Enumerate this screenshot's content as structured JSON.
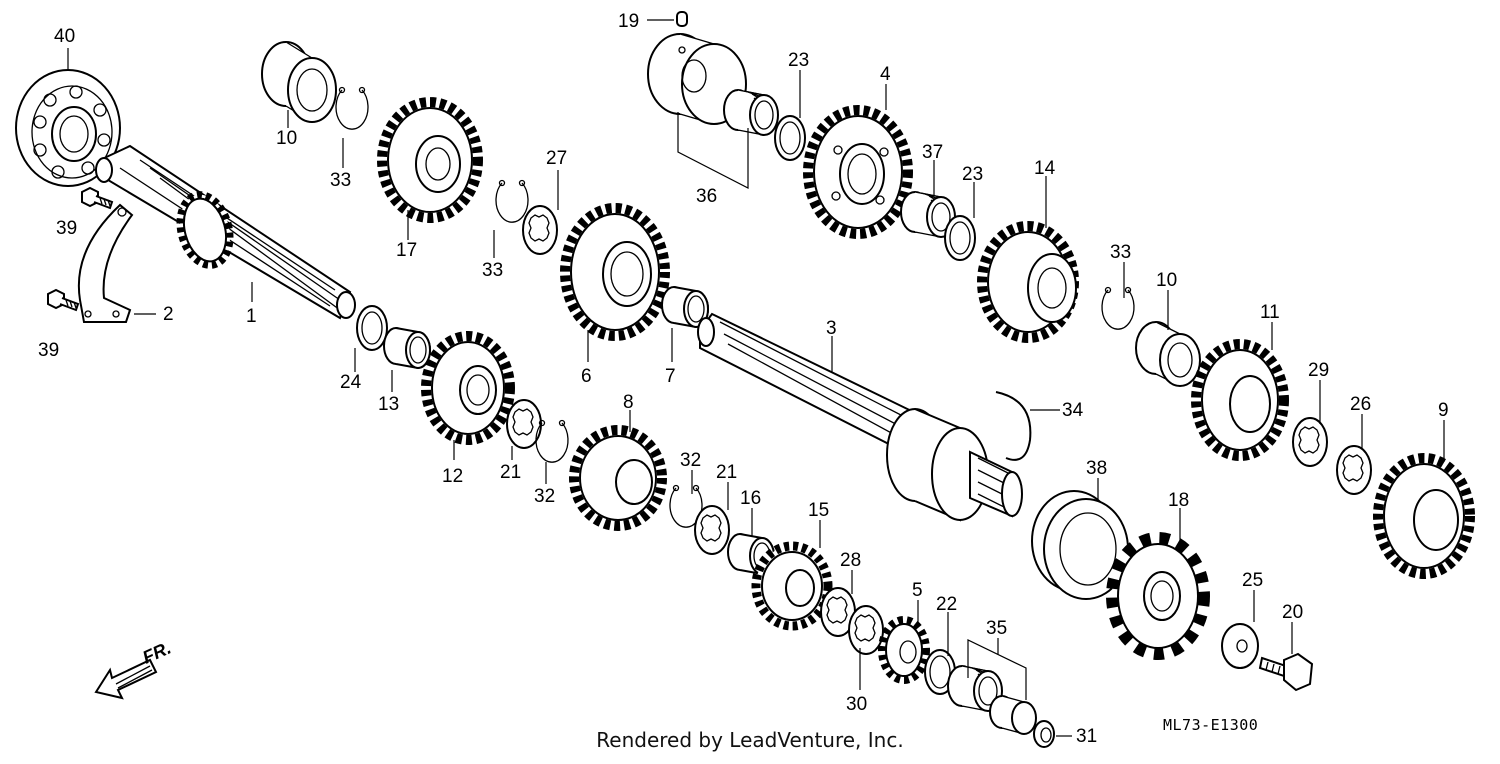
{
  "credit": "Rendered by LeadVenture, Inc.",
  "diagram_code": "ML73-E1300",
  "direction_label": "FR.",
  "callouts": [
    "40",
    "39",
    "39",
    "2",
    "1",
    "10",
    "33",
    "17",
    "33",
    "24",
    "13",
    "12",
    "21",
    "32",
    "27",
    "6",
    "7",
    "19",
    "36",
    "23",
    "4",
    "37",
    "23",
    "14",
    "3",
    "8",
    "32",
    "21",
    "16",
    "15",
    "28",
    "30",
    "5",
    "22",
    "35",
    "31",
    "34",
    "38",
    "18",
    "33",
    "10",
    "11",
    "29",
    "26",
    "9",
    "25",
    "20"
  ]
}
